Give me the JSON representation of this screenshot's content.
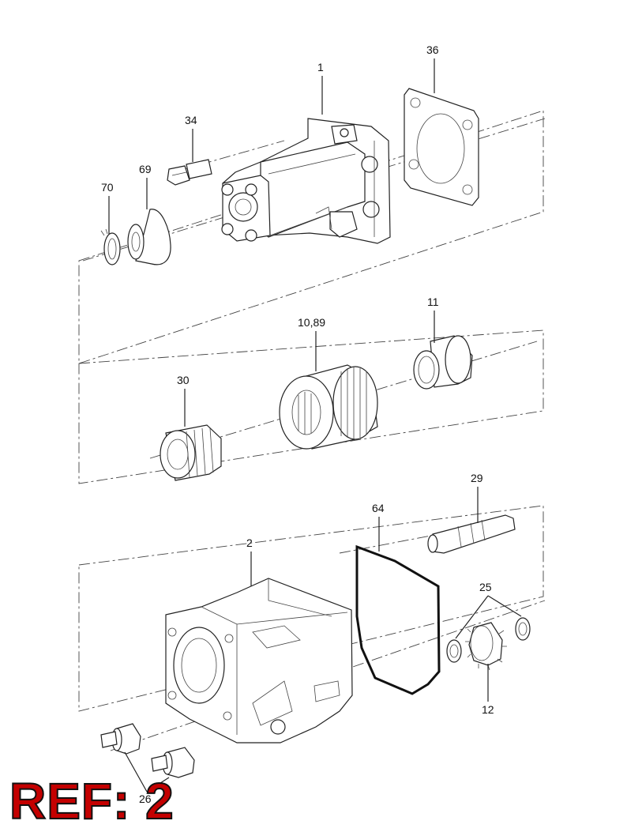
{
  "callouts": {
    "c1": "1",
    "c36": "36",
    "c34": "34",
    "c69": "69",
    "c70": "70",
    "c11": "11",
    "c1089": "10,89",
    "c30": "30",
    "c29": "29",
    "c64": "64",
    "c2": "2",
    "c25": "25",
    "c12": "12",
    "c26": "26"
  },
  "ref_label": "REF: 2",
  "colors": {
    "ref_fill": "#c40000",
    "ref_outline": "#111111",
    "line": "#222222"
  }
}
